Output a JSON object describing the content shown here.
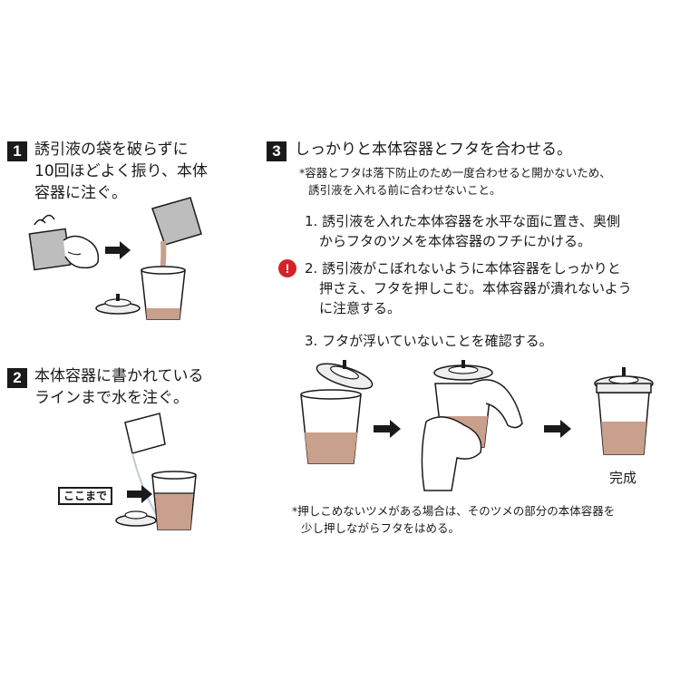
{
  "step1": {
    "number": "1",
    "lines": [
      "誘引液の袋を破らずに",
      "10回ほどよく振り、本体",
      "容器に注ぐ。"
    ]
  },
  "step2": {
    "number": "2",
    "lines": [
      "本体容器に書かれている",
      "ラインまで水を注ぐ。"
    ],
    "tag_label": "ここまで"
  },
  "step3": {
    "number": "3",
    "heading": "しっかりと本体容器とフタを合わせる。",
    "note_lines": [
      "*容器とフタは落下防止のため一度合わせると開かないため、",
      "誘引液を入れる前に合わせないこと。"
    ],
    "sub1_lines": [
      "1. 誘引液を入れた本体容器を水平な面に置き、奥側",
      "からフタのツメを本体容器のフチにかける。"
    ],
    "warning_symbol": "!",
    "sub2_lines": [
      "2. 誘引液がこぼれないように本体容器をしっかりと",
      "押さえ、フタを押しこむ。本体容器が潰れないよう",
      "に注意する。"
    ],
    "sub3_lines": [
      "3. フタが浮いていないことを確認する。"
    ],
    "complete_label": "完成",
    "footnote_lines": [
      "*押しこめないツメがある場合は、そのツメの部分の本体容器を",
      "少し押しながらフタをはめる。"
    ]
  },
  "colors": {
    "liquid": "#c9a08c",
    "ink": "#1a1a1a",
    "warning": "#d3232a"
  }
}
